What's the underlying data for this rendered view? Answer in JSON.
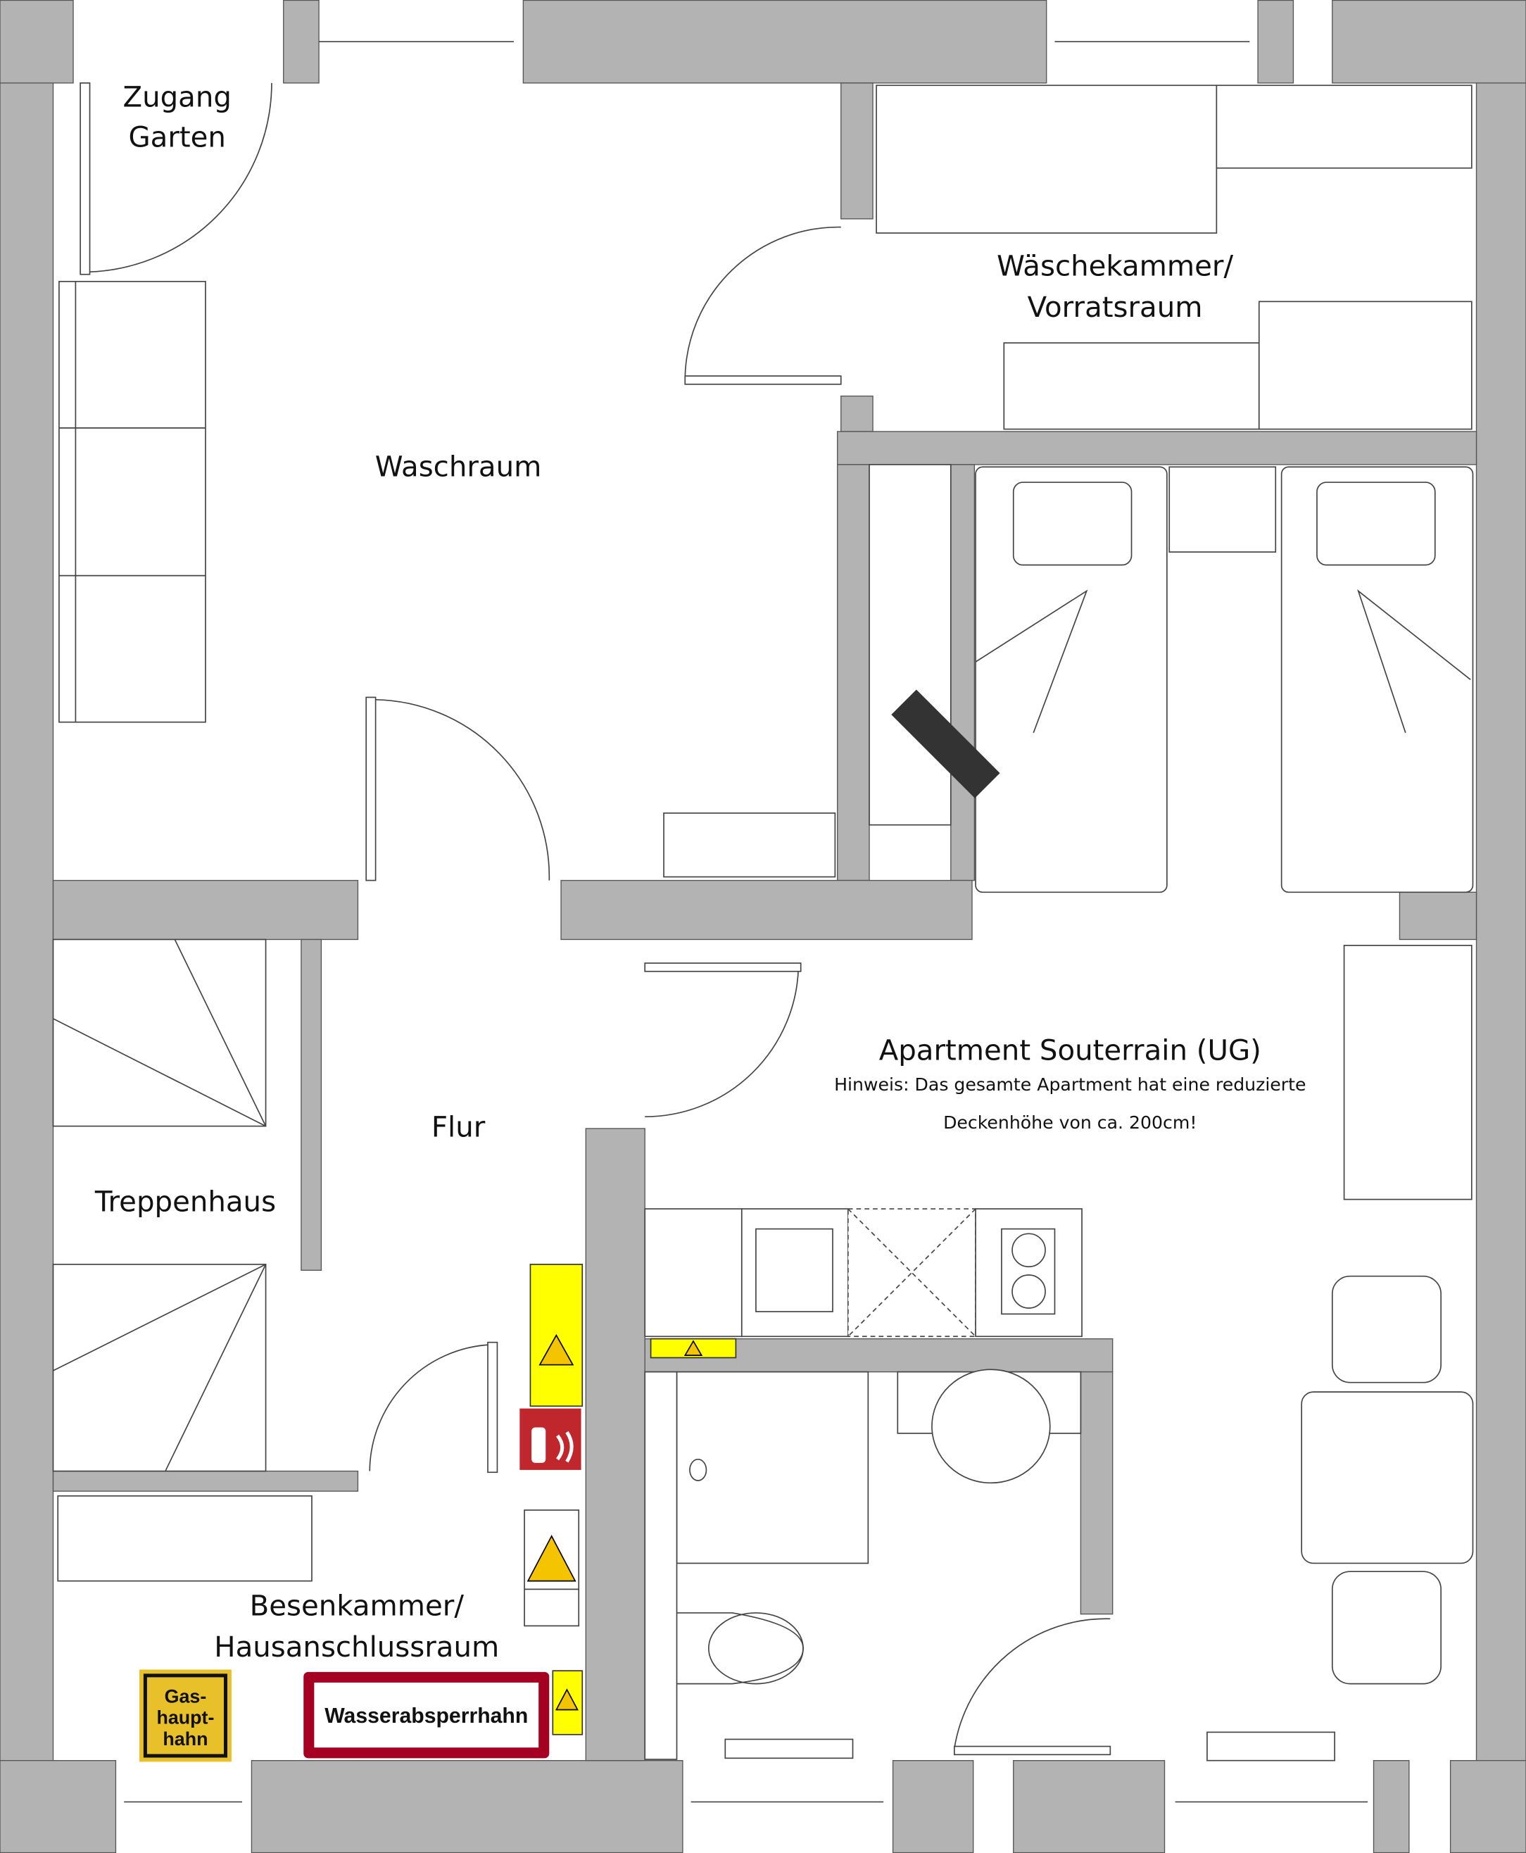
{
  "rooms": {
    "garden_access": [
      "Zugang",
      "Garten"
    ],
    "laundry_room": "Waschraum",
    "linen_storage": [
      "Wäschekammer/",
      "Vorratsraum"
    ],
    "apartment_title": "Apartment Souterrain (UG)",
    "apartment_note": [
      "Hinweis: Das gesamte Apartment hat eine reduzierte",
      "Deckenhöhe von ca. 200cm!"
    ],
    "hallway": "Flur",
    "staircase": "Treppenhaus",
    "utility_room": [
      "Besenkammer/",
      "Hausanschlussraum"
    ]
  },
  "signs": {
    "gas_valve": [
      "Gas-",
      "haupt-",
      "hahn"
    ],
    "water_valve": "Wasserabsperrhahn"
  },
  "colors": {
    "wall": "#b3b3b3",
    "warning_yellow": "#ffff00",
    "gas_sign": "#e8c12a",
    "water_sign": "#a50021",
    "fire_sign": "#c0272d"
  }
}
